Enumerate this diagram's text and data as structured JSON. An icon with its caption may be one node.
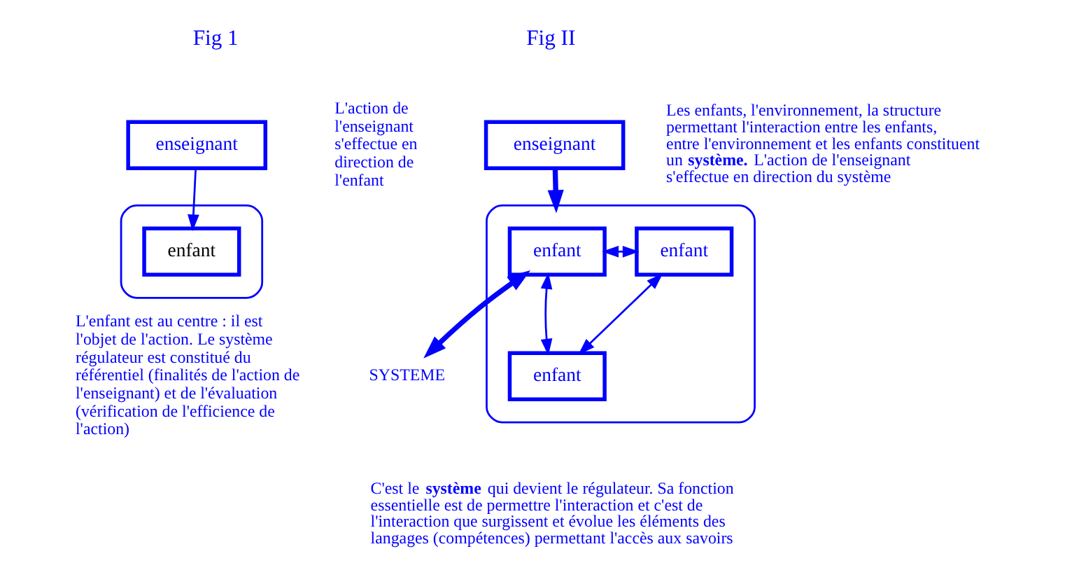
{
  "diagram": {
    "nodes": [
      {
        "text": [
          "enseignant"
        ]
      },
      {
        "text": [],
        "shape": "ellipse"
      },
      {
        "text": [
          "enfant"
        ],
        "in": 1
      },
      {
        "text": [
          "enseignant"
        ]
      },
      {
        "text": [],
        "shape": "ellipse"
      },
      {
        "text": [
          "enfant"
        ],
        "in": 4
      },
      {
        "text": [
          "enfant"
        ],
        "in": 4
      },
      {
        "text": [
          "enfant"
        ],
        "in": 4
      },
      {
        "text": [
          "SYSTEME"
        ]
      }
    ],
    "edges": [
      {
        "from": 0,
        "to": 2,
        "arrow": "to"
      },
      {
        "from": 3,
        "to": 4,
        "arrow": "to",
        "style": "thick"
      },
      {
        "from": 5,
        "to": 6,
        "arrow": "both"
      },
      {
        "from": 5,
        "to": 7,
        "arrow": "both"
      },
      {
        "from": 7,
        "to": 6,
        "arrow": "both"
      },
      {
        "from": 8,
        "to": 5,
        "arrow": "both",
        "style": "thick"
      }
    ],
    "labels": [
      "Fig 1",
      "Fig II",
      "L'action de l'enseignant s'effectue en direction de l'enfant",
      "Les enfants, l'environnement, la structure permettant l'interaction entre les enfants, entre l'environnement et les enfants constituent un **système.** L'action de l'enseignant s'effectue en direction du système",
      "L'enfant est au centre : il est l'objet de l'action. Le système régulateur est constitué du  référentiel (finalités de l'action de l'enseignant) et de l'évaluation (vérification de l'efficience de l'action)",
      "C'est le **système** qui devient le régulateur. Sa fonction essentielle est de permettre l'interaction et c'est de l'interaction que surgissent et évolue les éléments des langages (compétences) permettant l'accès aux savoirs"
    ]
  }
}
